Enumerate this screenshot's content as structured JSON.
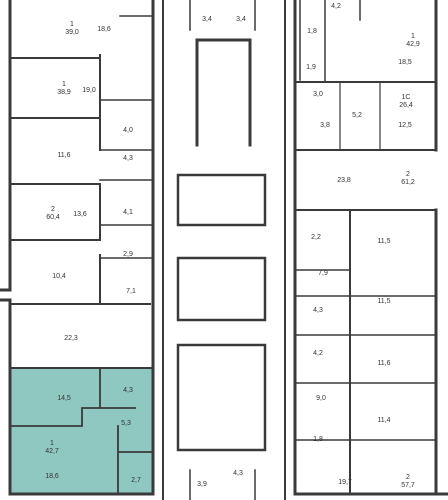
{
  "colors": {
    "wall": "#3a3a3a",
    "highlight": "#8fc8c0",
    "text": "#333333",
    "background": "#ffffff"
  },
  "rooms": {
    "r_top_a": "18,6",
    "r_top_b": "19,0",
    "r_mid_a": "11,6",
    "r_mid_b": "13,6",
    "r_mid_c": "10,4",
    "r_big_left": "22,3",
    "r_hl_top": "14,5",
    "r_hl_bottom": "18,6",
    "s_4_0": "4,0",
    "s_4_3": "4,3",
    "s_4_1": "4,1",
    "s_2_9": "2,9",
    "s_7_1": "7,1",
    "s_hl_4_3": "4,3",
    "s_hl_5_3": "5,3",
    "s_hl_2_7": "2,7",
    "c_3_4_left": "3,4",
    "c_3_4_right": "3,4",
    "c_3_9": "3,9",
    "c_4_3": "4,3",
    "r_top_right": "4,2",
    "r_1_8_top": "1,8",
    "r_1_9": "1,9",
    "r_18_5": "18,5",
    "r_3_0": "3,0",
    "r_5_2": "5,2",
    "r_3_8": "3,8",
    "r_12_5": "12,5",
    "r_23_8": "23,8",
    "r_2_2": "2,2",
    "r_11_5_a": "11,5",
    "r_7_9": "7,9",
    "r_11_5_b": "11,5",
    "r_4_3_right": "4,3",
    "r_4_2_right": "4,2",
    "r_11_6_right": "11,6",
    "r_9_0": "9,0",
    "r_11_4": "11,4",
    "r_1_8_bottom": "1,8",
    "r_19_7": "19,7"
  },
  "apartments": {
    "a1_num": "1",
    "a1_area": "39,0",
    "a2_num": "1",
    "a2_area": "38,9",
    "a3_num": "2",
    "a3_area": "60,4",
    "a4_num": "1",
    "a4_area": "42,7",
    "a5_num": "1",
    "a5_area": "42,9",
    "a6_num": "1С",
    "a6_area": "26,4",
    "a7_num": "2",
    "a7_area": "61,2",
    "a8_num": "2",
    "a8_area": "57,7"
  }
}
